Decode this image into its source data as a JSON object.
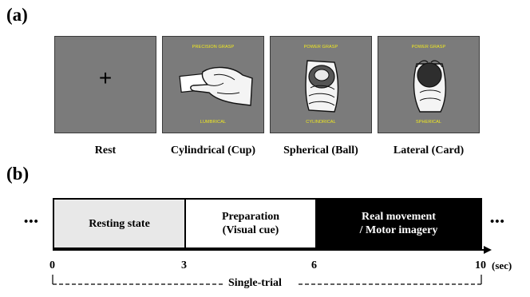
{
  "panel_a": {
    "label": "(a)",
    "stimuli": [
      {
        "symbol": "+",
        "top_text": "",
        "bottom_text": "",
        "caption": "Rest"
      },
      {
        "symbol": "",
        "top_text": "PRECISION GRASP",
        "bottom_text": "LUMBRICAL",
        "caption": "Cylindrical (Cup)"
      },
      {
        "symbol": "",
        "top_text": "POWER GRASP",
        "bottom_text": "CYLINDRICAL",
        "caption": "Spherical (Ball)"
      },
      {
        "symbol": "",
        "top_text": "POWER GRASP",
        "bottom_text": "SPHERICAL",
        "caption": "Lateral (Card)"
      }
    ]
  },
  "panel_b": {
    "label": "(b)",
    "ellipsis_left": "•••",
    "ellipsis_right": "•••",
    "phases": [
      {
        "line1": "Resting state",
        "line2": "",
        "fill": "#e8e8e8"
      },
      {
        "line1": "Preparation",
        "line2": "(Visual cue)",
        "fill": "#ffffff"
      },
      {
        "line1": "Real movement",
        "line2": "/ Motor imagery",
        "fill": "#000000"
      }
    ],
    "ticks": [
      "0",
      "3",
      "6",
      "10"
    ],
    "unit": "(sec)",
    "trial_label": "Single-trial"
  }
}
